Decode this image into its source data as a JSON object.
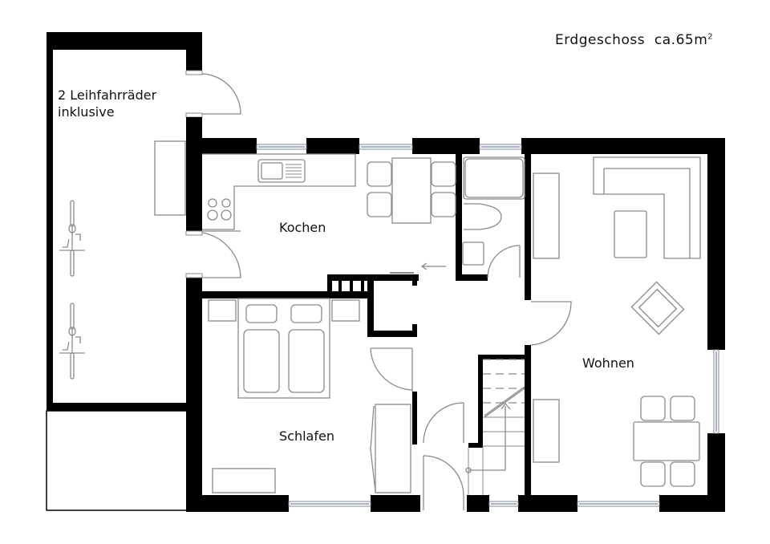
{
  "plan": {
    "title": "Erdgeschoss",
    "area_prefix": "ca.",
    "area_value": "65m",
    "area_unit_sup": "2"
  },
  "rooms": {
    "bike_storage": {
      "line1": "2 Leihfahrräder",
      "line2": "inklusive"
    },
    "kitchen": "Kochen",
    "bedroom": "Schlafen",
    "living": "Wohnen"
  },
  "colors": {
    "walls": "#000000",
    "furniture": "#8a8a8a",
    "window_glass": "#9fb1dd"
  }
}
